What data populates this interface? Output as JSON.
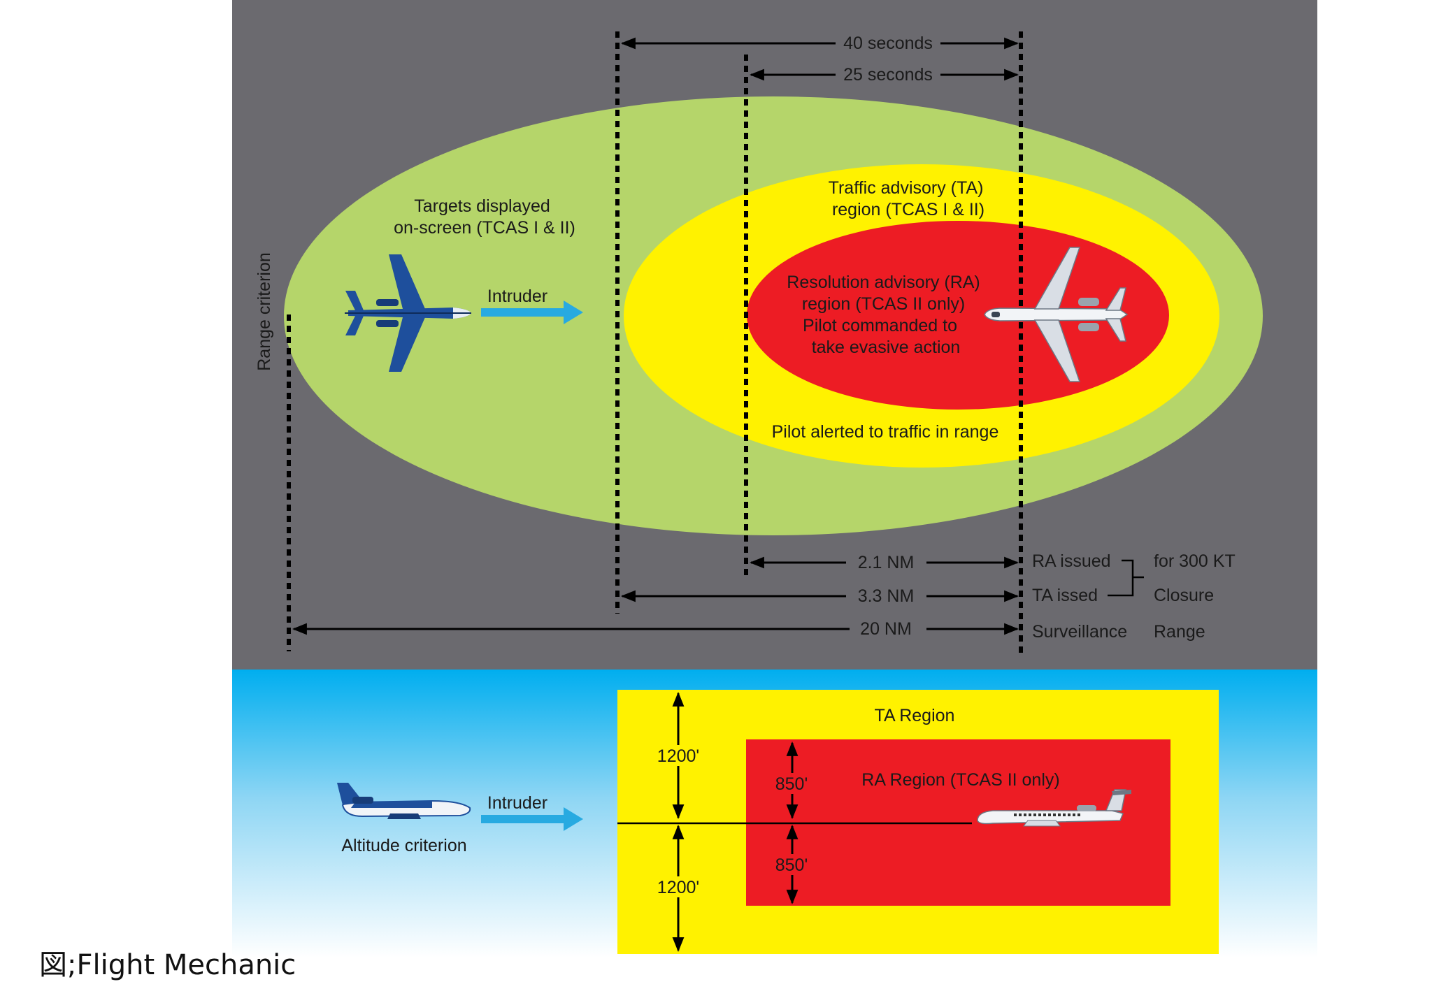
{
  "colors": {
    "top_background": "#6b6a6f",
    "sky_top": "#00aeef",
    "sky_bottom": "#ffffff",
    "surveillance_zone": "#b5d56a",
    "ta_zone": "#fff200",
    "ra_zone": "#ed1c24",
    "intruder_arrow": "#27aae1",
    "intruder_aircraft": "#1e4f9c"
  },
  "top_view": {
    "time_markers": [
      "40 seconds",
      "25 seconds"
    ],
    "targets_label": [
      "Targets displayed",
      "on-screen (TCAS I & II)"
    ],
    "ta_label": [
      "Traffic advisory (TA)",
      "region (TCAS I & II)"
    ],
    "ra_label": [
      "Resolution advisory (RA)",
      "region (TCAS II only)",
      "Pilot commanded to",
      "take evasive action"
    ],
    "alert_label": "Pilot alerted to traffic in range",
    "intruder_label": "Intruder",
    "range_criterion_label": "Range criterion",
    "distances": [
      "2.1 NM",
      "3.3 NM",
      "20 NM"
    ],
    "events": [
      "RA issued",
      "TA issed",
      "Surveillance"
    ],
    "closure_labels": [
      "for 300 KT",
      "Closure",
      "Range"
    ]
  },
  "side_view": {
    "ta_region_label": "TA Region",
    "ra_region_label": "RA Region (TCAS II only)",
    "intruder_label": "Intruder",
    "altitude_criterion_label": "Altitude criterion",
    "ta_height_above": "1200'",
    "ta_height_below": "1200'",
    "ra_height_above": "850'",
    "ra_height_below": "850'"
  },
  "caption": "図;Flight Mechanic"
}
